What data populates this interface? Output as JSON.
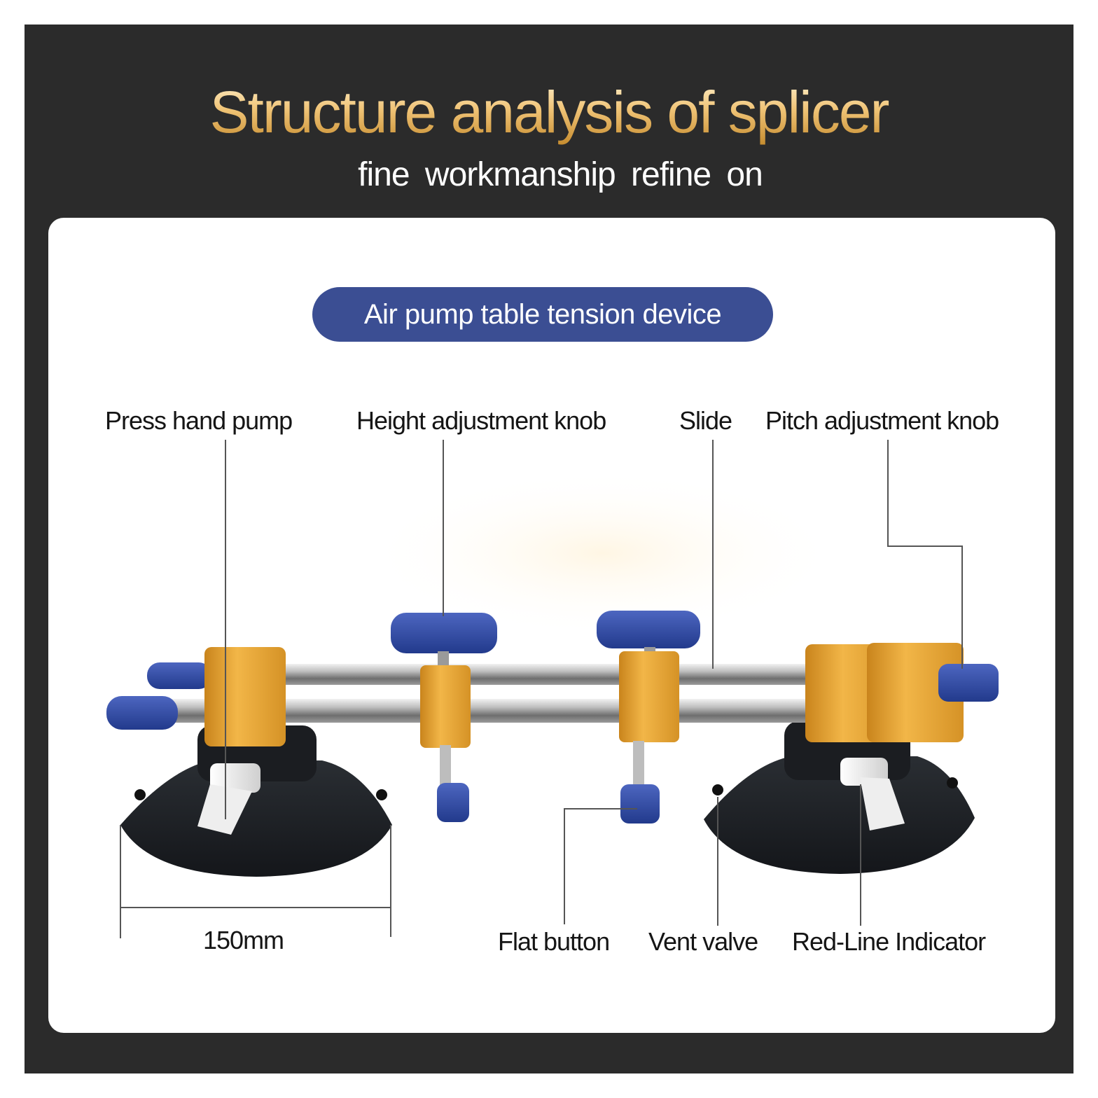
{
  "header": {
    "title": "Structure analysis of splicer",
    "subtitle": "fine  workmanship  refine on"
  },
  "badge": {
    "label": "Air pump table tension device"
  },
  "callouts": {
    "press_hand_pump": "Press hand pump",
    "height_adjustment_knob": "Height adjustment knob",
    "slide": "Slide",
    "pitch_adjustment_knob": "Pitch adjustment knob",
    "flat_button": "Flat button",
    "vent_valve": "Vent valve",
    "red_line_indicator": "Red-Line Indicator"
  },
  "dimension": {
    "label": "150mm"
  },
  "colors": {
    "frame": "#2b2b2b",
    "title_gold": "#e8b964",
    "badge_blue": "#3b4e93",
    "anodized_gold": "#e3a233",
    "knob_blue": "#2f48a0",
    "cup_black": "#1f2226"
  }
}
